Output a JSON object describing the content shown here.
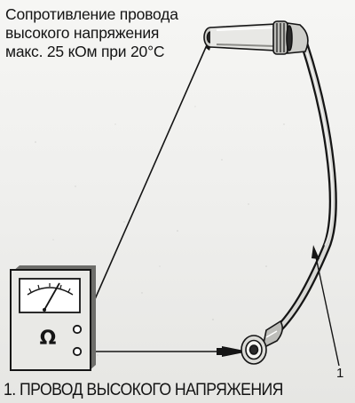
{
  "callout": {
    "line1": "Сопротивление провода",
    "line2": "высокого напряжения",
    "line3": "макс. 25 кОм при 20°С"
  },
  "meter": {
    "symbol": "Ω"
  },
  "part_number": "1",
  "caption": "1. ПРОВОД ВЫСОКОГО НАПРЯЖЕНИЯ",
  "colors": {
    "ink": "#141414",
    "paper": "#f1f1ef"
  }
}
